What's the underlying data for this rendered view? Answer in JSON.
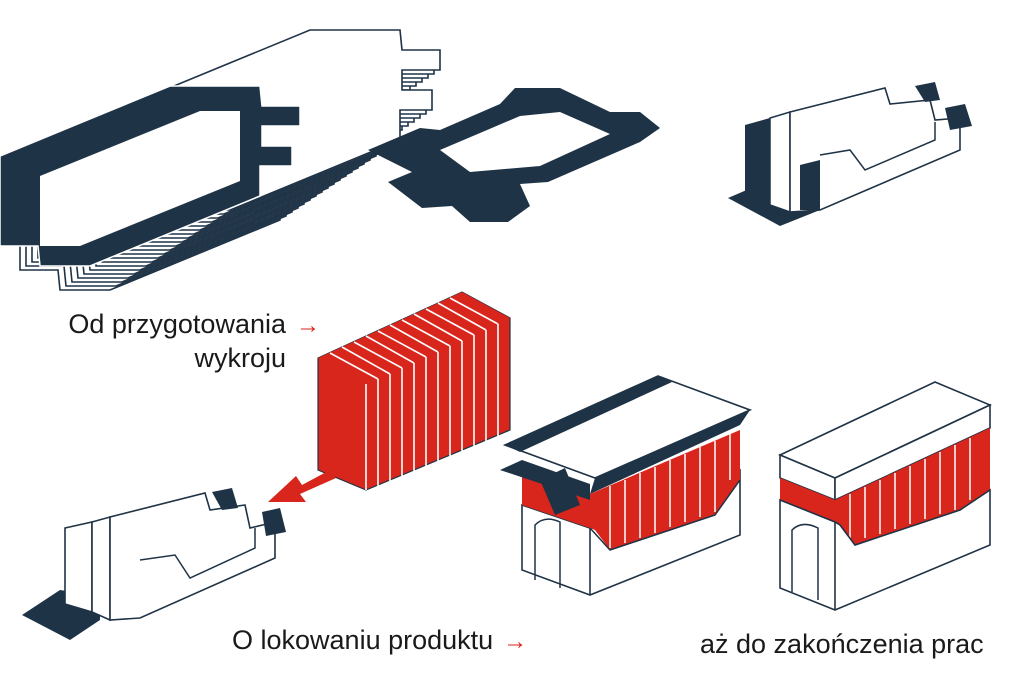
{
  "captions": {
    "preparation": {
      "line1": "Od przygotowania",
      "line2": "wykroju",
      "arrow": "→"
    },
    "placement": {
      "text": "O lokowaniu produktu",
      "arrow": "→"
    },
    "completion": {
      "text": "aż do zakończenia prac"
    }
  },
  "colors": {
    "navy": "#1f3346",
    "red": "#d9261c",
    "outline": "#1f3346",
    "background": "#ffffff"
  },
  "icons": [
    "blank-stack-illustration",
    "flat-blank-illustration",
    "folding-tray-illustration",
    "product-block-illustration",
    "down-left-arrow-icon",
    "tray-folded-illustration",
    "filled-box-open-lid-illustration",
    "closed-box-illustration"
  ]
}
